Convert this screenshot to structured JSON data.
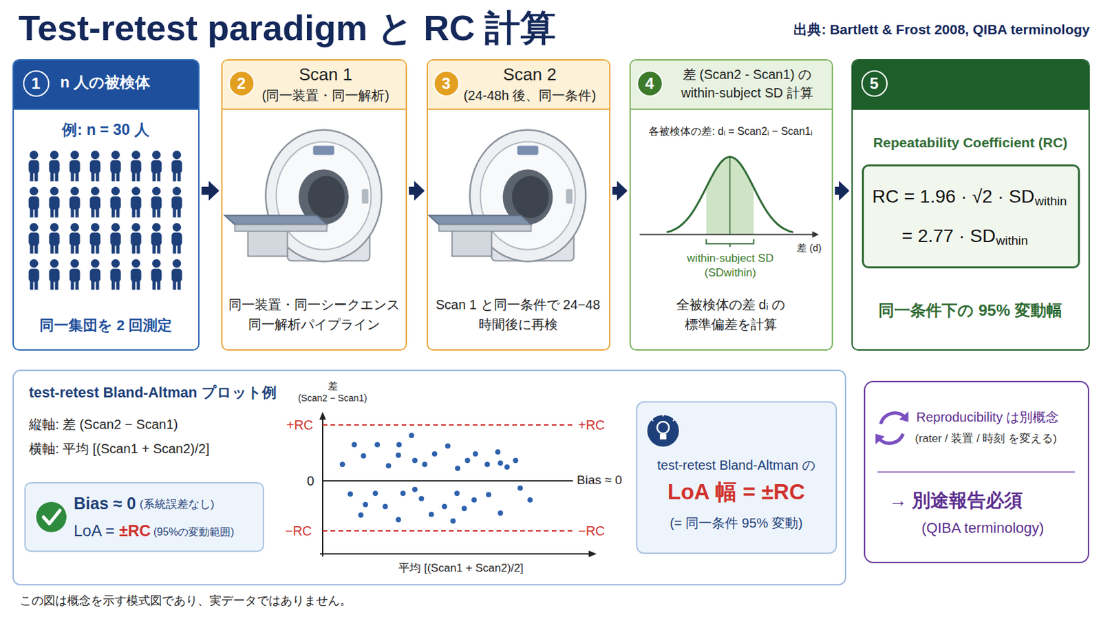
{
  "diagram": {
    "title": "Test-retest paradigm と RC 計算",
    "caption": "この図は概念を示す模式図であり、実データではありません。",
    "nodes": [
      {
        "text": [
          "1",
          "n 人の被検体",
          "例: n = 30 人",
          "同一集団を 2 回測定"
        ]
      },
      {
        "text": [
          "2",
          "Scan 1",
          "(同一装置・同一解析)",
          "同一装置・同一シークエンス 同一解析パイプライン"
        ]
      },
      {
        "text": [
          "3",
          "Scan 2",
          "(24-48h 後、同一条件)",
          "Scan 1 と同一条件で 24−48 時間後に再検"
        ]
      },
      {
        "text": [
          "4",
          "差 (Scan2 - Scan1) の within-subject SD 計算",
          "各被検体の差: dᵢ = Scan2ᵢ − Scan1ᵢ",
          "全被検体の差 dᵢ の 標準偏差を計算"
        ]
      },
      {
        "text": [
          "5",
          "Repeatability Coefficient (RC)",
          "同一条件下の 95% 変動幅"
        ]
      },
      {
        "text": [
          "RC = 1.96 · √2 · SD",
          "within",
          "= 2.77 · SD",
          "within"
        ],
        "in": 4
      },
      {
        "text": [
          "test-retest Bland-Altman プロット例",
          "縦軸: 差 (Scan2 − Scan1)",
          "横軸: 平均 [(Scan1 + Scan2)/2]"
        ]
      },
      {
        "text": [
          "Bias ≈ 0",
          "(系統誤差なし)",
          "LoA = ",
          "±RC",
          "(95%の変動範囲)"
        ],
        "in": 6
      },
      {
        "text": [
          "test-retest Bland-Altman の",
          "LoA 幅 = ±RC",
          "(= 同一条件 95% 変動)"
        ],
        "in": 6
      },
      {
        "text": [
          "Reproducibility は別概念",
          "(rater / 装置 / 時刻 を変える)",
          "→ 別途報告必須",
          "(QIBA terminology)"
        ]
      }
    ],
    "edges": [
      {
        "from": 0,
        "to": 1,
        "arrow": "to"
      },
      {
        "from": 1,
        "to": 2,
        "arrow": "to"
      },
      {
        "from": 2,
        "to": 3,
        "arrow": "to"
      },
      {
        "from": 3,
        "to": 4,
        "arrow": "to"
      }
    ],
    "labels": [
      "出典: Bartlett & Frost 2008, QIBA terminology",
      "within-subject SD",
      "(SDwithin)",
      "差 (d)",
      "差",
      "(Scan2 − Scan1)",
      "+RC",
      "+RC",
      "0",
      "Bias ≈ 0",
      "−RC",
      "−RC",
      "平均 [(Scan1 + Scan2)/2]"
    ]
  }
}
